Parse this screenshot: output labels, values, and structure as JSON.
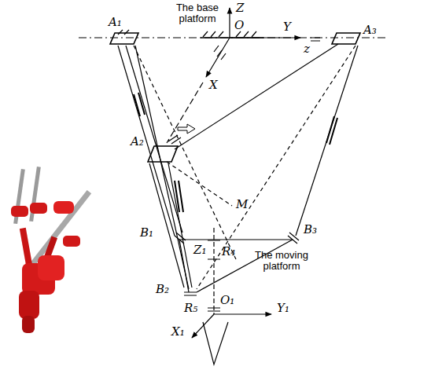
{
  "diagram": {
    "labels": [
      "The base platform",
      "Z",
      "O",
      "Y",
      "A₁",
      "A₃",
      "z",
      "X",
      "A₂",
      "M",
      "B₁",
      "B₃",
      "Z₁",
      "R₄",
      "The moving platform",
      "B₂",
      "R₅",
      "O₁",
      "Y₁",
      "X₁"
    ]
  }
}
